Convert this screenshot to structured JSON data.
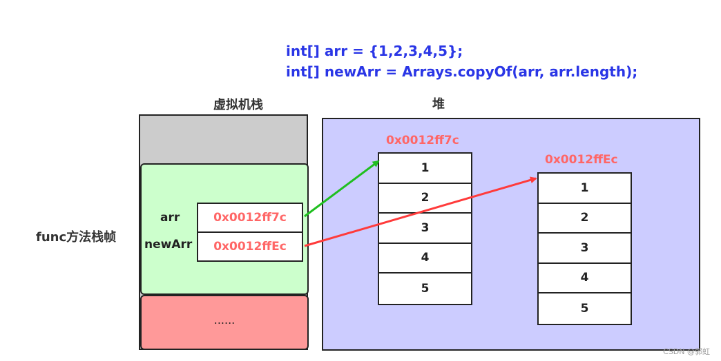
{
  "code": {
    "line1": "int[] arr = {1,2,3,4,5};",
    "line2": "int[] newArr = Arrays.copyOf(arr, arr.length);"
  },
  "labels": {
    "stack_title": "虚拟机栈",
    "heap_title": "堆",
    "frame_label": "func方法栈帧",
    "more": "......"
  },
  "frame_vars": [
    {
      "name": "arr",
      "value": "0x0012ff7c"
    },
    {
      "name": "newArr",
      "value": "0x0012ffEc"
    }
  ],
  "heap_arrays": [
    {
      "address": "0x0012ff7c",
      "values": [
        "1",
        "2",
        "3",
        "4",
        "5"
      ]
    },
    {
      "address": "0x0012ffEc",
      "values": [
        "1",
        "2",
        "3",
        "4",
        "5"
      ]
    }
  ],
  "arrows": [
    {
      "from": "arr",
      "to": "0x0012ff7c",
      "color": "#1fbf1f"
    },
    {
      "from": "newArr",
      "to": "0x0012ffEc",
      "color": "#ff3b3b"
    }
  ],
  "colors": {
    "code": "#2a36e6",
    "address": "#ff6666",
    "stack_bg": "#cccccc",
    "frame_bg": "#ccffcc",
    "frame2_bg": "#ff9999",
    "heap_bg": "#ccccff"
  },
  "watermark": "CSDN @郭虹"
}
